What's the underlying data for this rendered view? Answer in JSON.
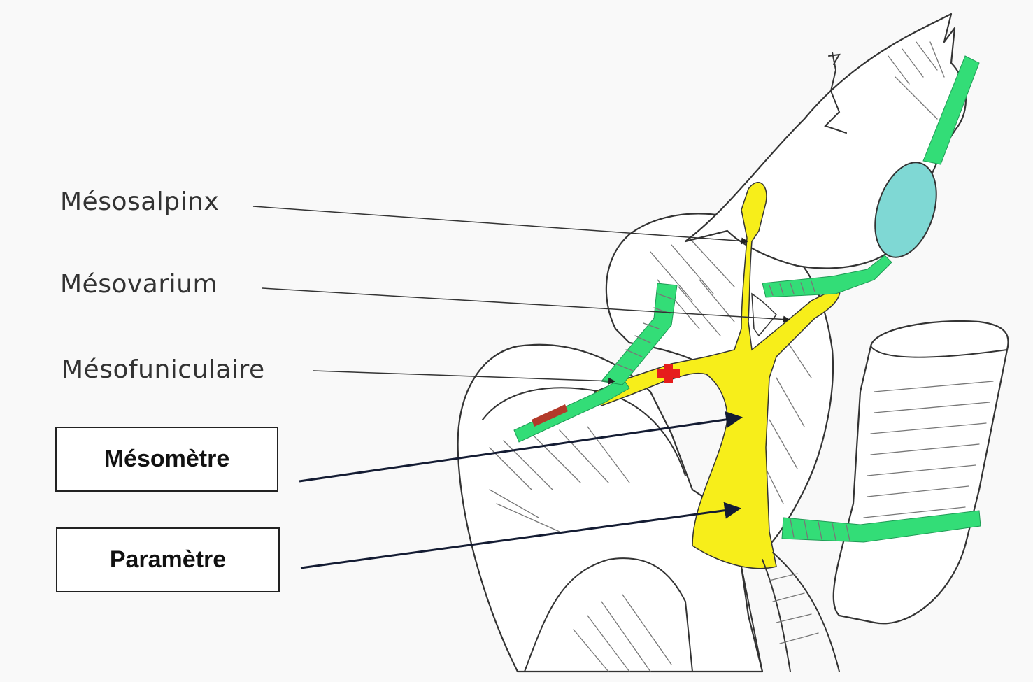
{
  "labels": {
    "mesosalpinx": "Mésosalpinx",
    "mesovarium": "Mésovarium",
    "mesofuniculaire": "Mésofuniculaire",
    "mesometre": "Mésomètre",
    "parametre": "Paramètre"
  },
  "colors": {
    "ligament_yellow": "#f7ee1a",
    "ligament_green": "#33dd77",
    "ovary_teal": "#7fd8d4",
    "marker_red": "#e61c1c",
    "leader_dark": "#1a1a33"
  }
}
